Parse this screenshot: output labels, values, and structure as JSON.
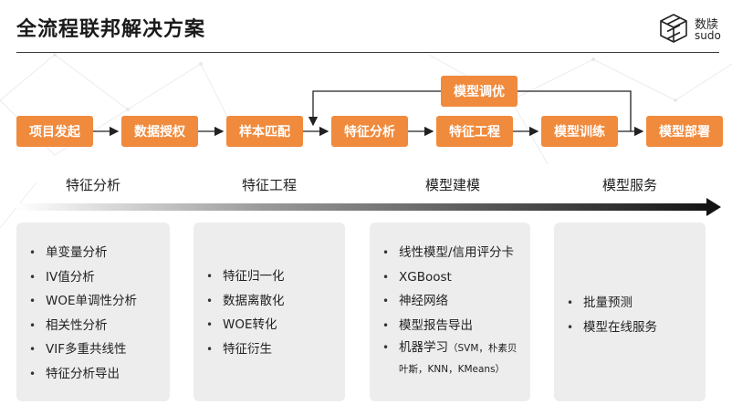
{
  "title": "全流程联邦解决方案",
  "logo": {
    "name": "数牍",
    "sub": "sudo"
  },
  "colors": {
    "accent": "#f08a3c",
    "card": "#ededed",
    "text": "#222222"
  },
  "flow": {
    "steps": [
      "项目发起",
      "数据授权",
      "样本匹配",
      "特征分析",
      "特征工程",
      "模型训练",
      "模型部署"
    ],
    "tuning": "模型调优"
  },
  "stages": [
    "特征分析",
    "特征工程",
    "模型建模",
    "模型服务"
  ],
  "cards": [
    {
      "items": [
        "单变量分析",
        "IV值分析",
        "WOE单调性分析",
        "相关性分析",
        "VIF多重共线性",
        "特征分析导出"
      ]
    },
    {
      "items": [
        "特征归一化",
        "数据离散化",
        "WOE转化",
        "特征衍生"
      ]
    },
    {
      "items": [
        "线性模型/信用评分卡",
        "XGBoost",
        "神经网络",
        "模型报告导出"
      ],
      "last_main": "机器学习",
      "last_detail": "（SVM，朴素贝叶斯，KNN，KMeans）"
    },
    {
      "items": [
        "批量预测",
        "模型在线服务"
      ]
    }
  ]
}
